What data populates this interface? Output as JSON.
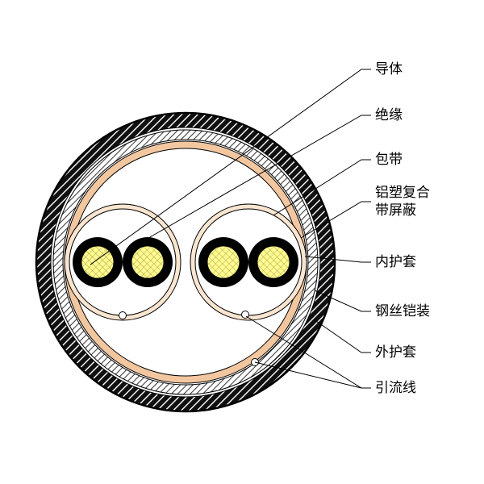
{
  "diagram": {
    "labels": {
      "conductor": "导体",
      "insulation": "绝缘",
      "tape": "包带",
      "al_plastic_shield": "铝塑复合带屏蔽",
      "inner_sheath": "内护套",
      "steel_wire_armor": "钢丝铠装",
      "outer_sheath": "外护套",
      "drain_wire": "引流线"
    },
    "colors": {
      "inner_sheath": "#F2C7A0",
      "pair_ring": "#FAE5D0",
      "conductor_core": "#FFFB8F",
      "outline": "#000000"
    }
  }
}
